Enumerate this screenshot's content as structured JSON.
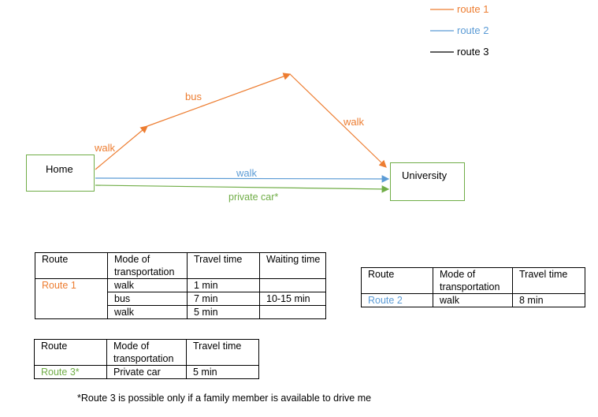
{
  "legend": [
    {
      "label": "route 1",
      "color": "#ed7d31"
    },
    {
      "label": "route 2",
      "color": "#5b9bd5"
    },
    {
      "label": "route 3",
      "color": "#000000"
    }
  ],
  "nodes": {
    "home": "Home",
    "university": "University"
  },
  "edges": {
    "walk1": "walk",
    "bus": "bus",
    "walk2": "walk",
    "walk_direct": "walk",
    "private_car": "private car*"
  },
  "colors": {
    "route1": "#ed7d31",
    "route2": "#5b9bd5",
    "route3": "#70ad47",
    "node_border": "#70ad47"
  },
  "table1": {
    "headers": [
      "Route",
      "Mode of transportation",
      "Travel time",
      "Waiting time"
    ],
    "route": "Route 1",
    "rows": [
      [
        "walk",
        "1 min",
        ""
      ],
      [
        "bus",
        "7 min",
        "10-15 min"
      ],
      [
        "walk",
        "5 min",
        ""
      ]
    ]
  },
  "table2": {
    "headers": [
      "Route",
      "Mode of transportation",
      "Travel time"
    ],
    "route": "Route 2",
    "row": [
      "walk",
      "8 min"
    ]
  },
  "table3": {
    "headers": [
      "Route",
      "Mode of transportation",
      "Travel time"
    ],
    "route": "Route 3*",
    "row": [
      "Private car",
      "5 min"
    ]
  },
  "footnote": "*Route 3 is possible only if a family member is available to drive me"
}
